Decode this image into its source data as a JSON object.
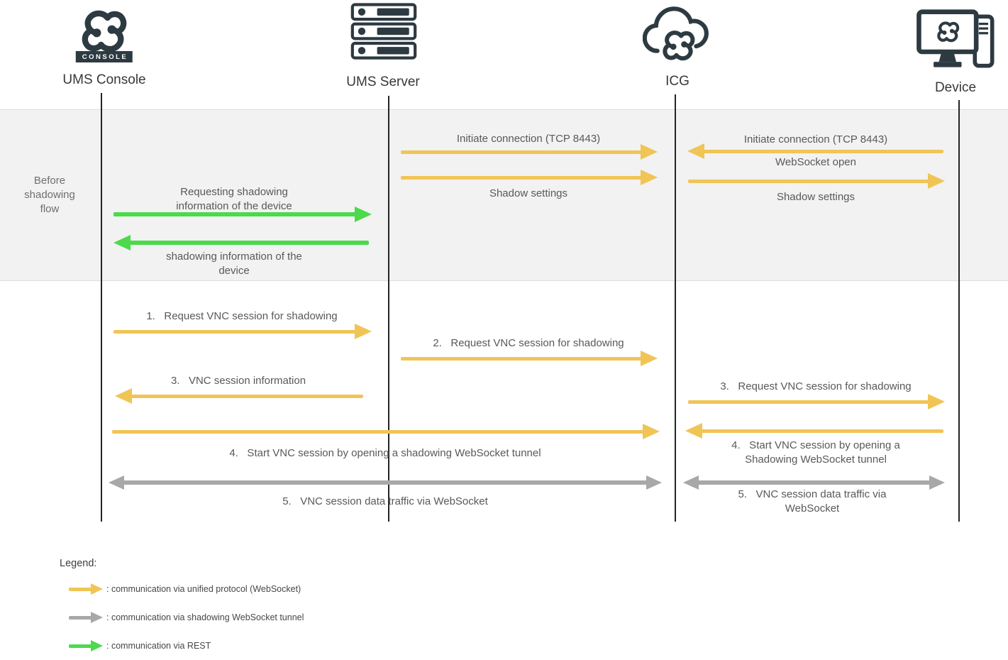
{
  "colors": {
    "unified": "#F0C556",
    "tunnel": "#A8A8A8",
    "rest": "#4CD94C",
    "icon": "#2D3A42",
    "band_bg": "#F2F2F2"
  },
  "actors": {
    "console": "UMS Console",
    "console_badge": "CONSOLE",
    "server": "UMS Server",
    "icg": "ICG",
    "device": "Device"
  },
  "band": {
    "label": "Before shadowing flow"
  },
  "messages": {
    "init_server_icg": "Initiate connection (TCP 8443)",
    "shadow_settings_server": "Shadow settings",
    "init_device_icg": "Initiate connection (TCP 8443)",
    "websocket_open": "WebSocket open",
    "shadow_settings_device": "Shadow settings",
    "req_shadow_info": "Requesting shadowing information of the device",
    "resp_shadow_info": "shadowing information of the device",
    "s1": "1.   Request VNC session for shadowing",
    "s2": "2.   Request VNC session for shadowing",
    "s3_left": "3.   VNC session information",
    "s3_right": "3.   Request VNC session for shadowing",
    "s4_left": "4.   Start VNC session by opening a shadowing WebSocket tunnel",
    "s4_right": "4.   Start VNC session by opening a Shadowing WebSocket tunnel",
    "s5_left": "5.   VNC session data traffic via WebSocket",
    "s5_right": "5.   VNC session data traffic via WebSocket"
  },
  "legend": {
    "title": "Legend:",
    "items": [
      {
        "key": "unified",
        "label": ": communication via unified protocol (WebSocket)"
      },
      {
        "key": "tunnel",
        "label": ": communication via shadowing WebSocket tunnel"
      },
      {
        "key": "rest",
        "label": ": communication via REST"
      }
    ]
  }
}
